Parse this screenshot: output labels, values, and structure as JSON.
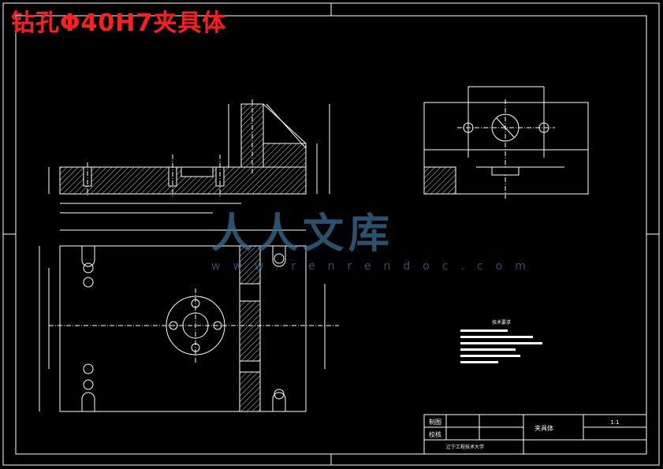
{
  "drawing_title": "钻孔Φ40H7夹具体",
  "technical_requirements": {
    "heading": "技术要求"
  },
  "title_block": {
    "drawn_label": "制图",
    "checked_label": "校核",
    "part_name": "夹具体",
    "scale": "1:1",
    "university": "辽宁工程技术大学"
  },
  "watermark": {
    "brand": "人人文库",
    "url": "www.renrendoc.com"
  }
}
